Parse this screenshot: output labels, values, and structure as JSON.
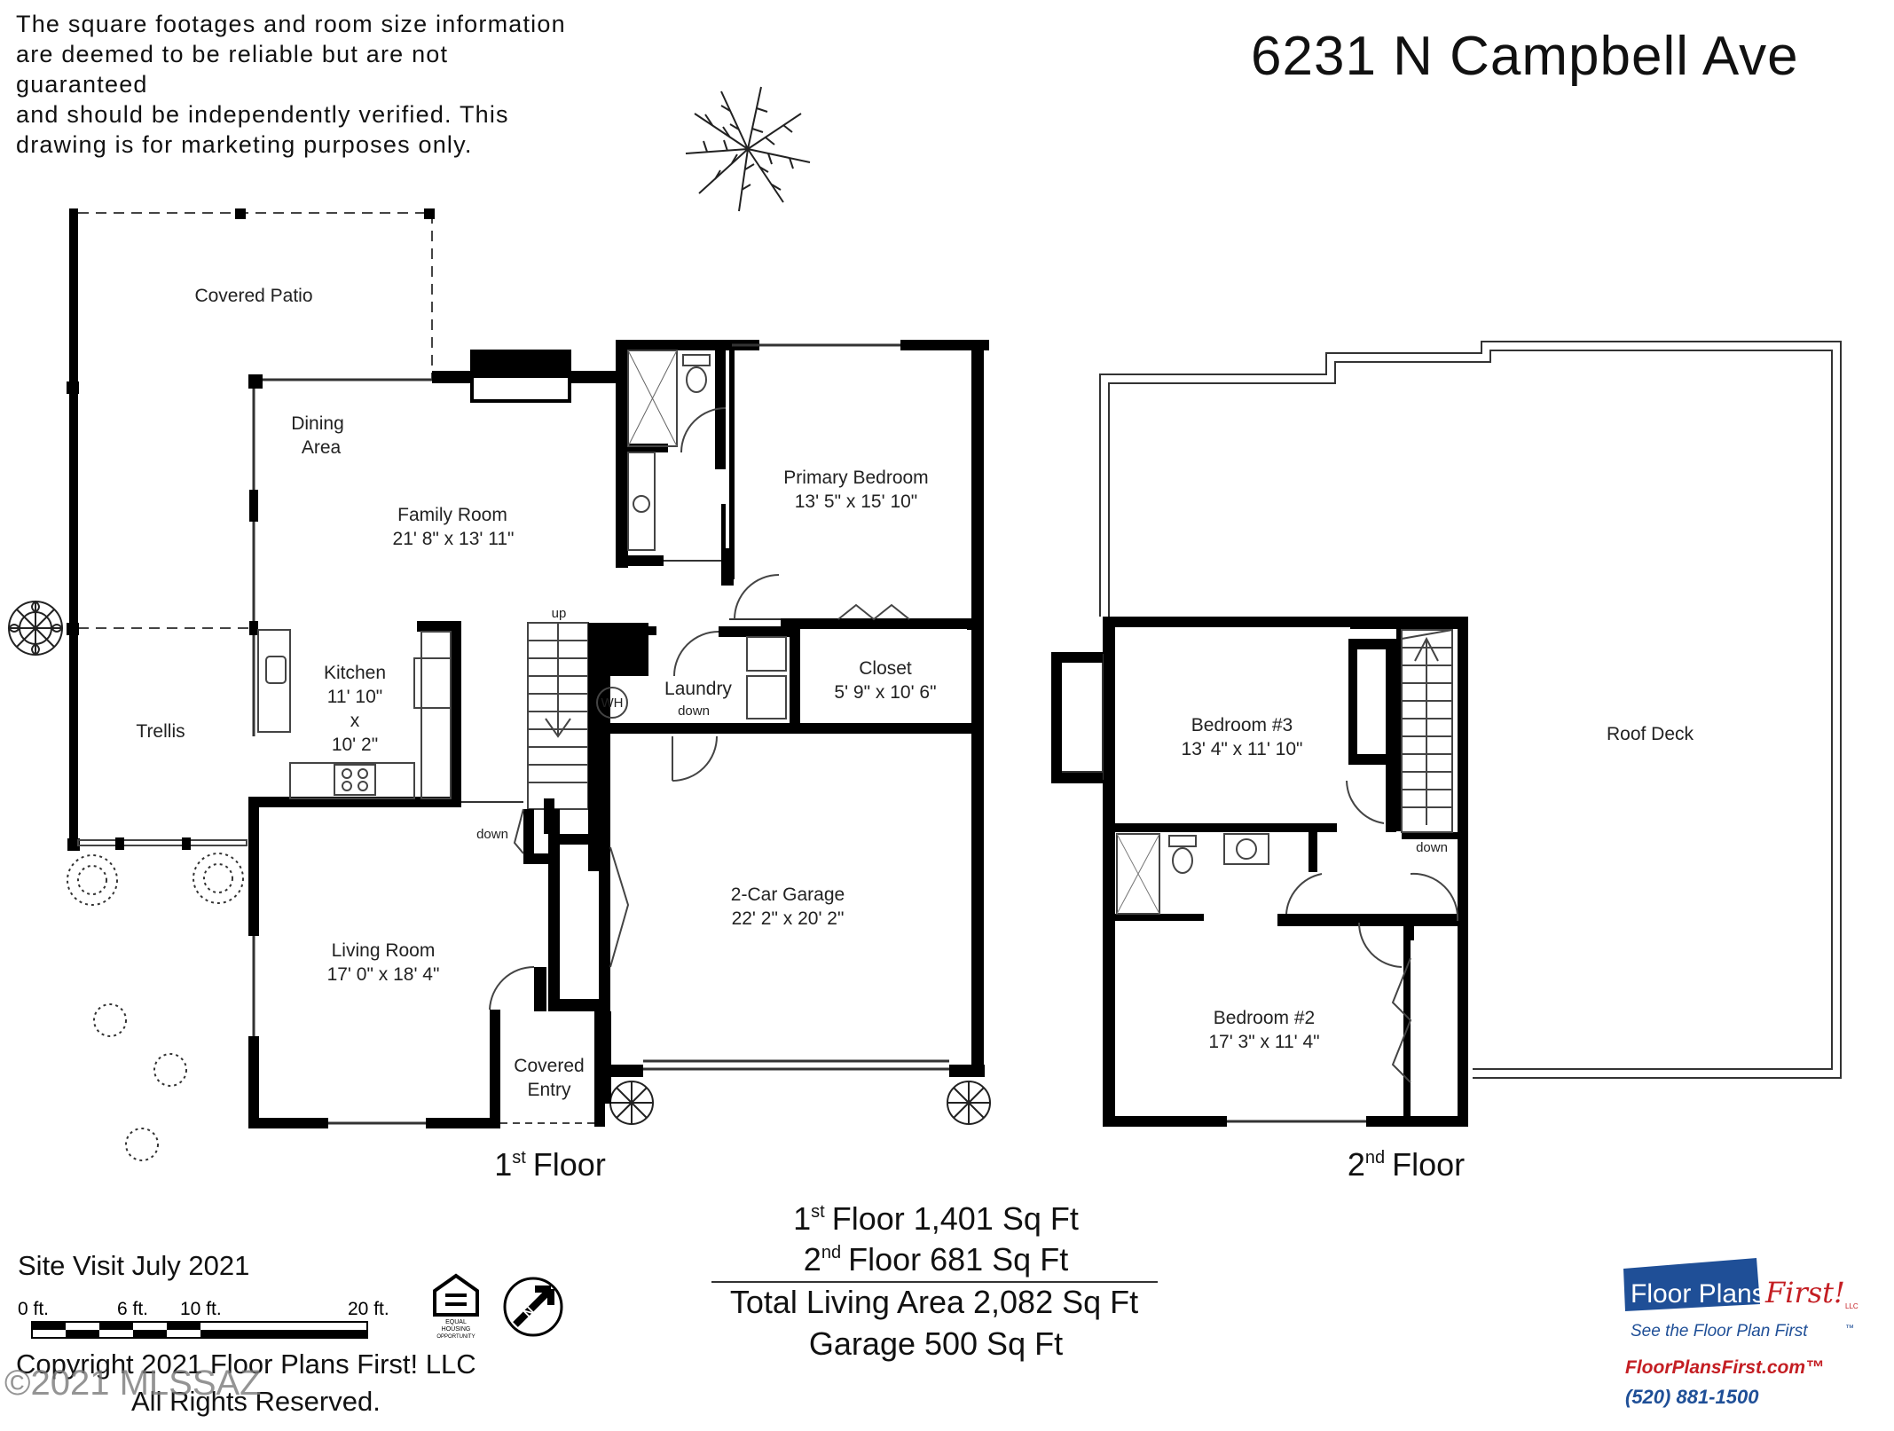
{
  "disclaimer": {
    "line1": "The square footages and room size information",
    "line2": "are deemed to be reliable but are not guaranteed",
    "line3": "and should be independently verified. This",
    "line4": "drawing is for marketing purposes only."
  },
  "address": "6231 N Campbell Ave",
  "rooms": {
    "covered_patio": "Covered Patio",
    "dining_1": "Dining",
    "dining_2": "Area",
    "family_room": "Family Room",
    "family_room_size": "21' 8\" x 13' 11\"",
    "primary_bedroom": "Primary Bedroom",
    "primary_bedroom_size": "13' 5\" x 15' 10\"",
    "kitchen": "Kitchen",
    "kitchen_size_1": "11' 10\"",
    "kitchen_size_x": "x",
    "kitchen_size_2": "10' 2\"",
    "trellis": "Trellis",
    "laundry": "Laundry",
    "closet": "Closet",
    "closet_size": "5' 9\" x 10' 6\"",
    "garage": "2-Car Garage",
    "garage_size": "22' 2\" x 20' 2\"",
    "living_room": "Living Room",
    "living_room_size": "17' 0\" x 18' 4\"",
    "covered_entry_1": "Covered",
    "covered_entry_2": "Entry",
    "bedroom3": "Bedroom #3",
    "bedroom3_size": "13' 4\" x 11' 10\"",
    "bedroom2": "Bedroom #2",
    "bedroom2_size": "17' 3\" x 11' 4\"",
    "roof_deck": "Roof Deck",
    "up": "up",
    "down": "down",
    "wh": "WH"
  },
  "floors": {
    "first": "1",
    "first_suffix": "st",
    "first_word": "Floor",
    "second": "2",
    "second_suffix": "nd",
    "second_word": "Floor"
  },
  "areas": {
    "first_a": "1",
    "first_sup": "st",
    "first_b": "Floor 1,401 Sq Ft",
    "second_a": "2",
    "second_sup": "nd",
    "second_b": "Floor 681 Sq Ft",
    "total": "Total Living Area 2,082 Sq Ft",
    "garage": "Garage 500 Sq Ft"
  },
  "site_visit": "Site Visit July 2021",
  "scale": {
    "t0": "0 ft.",
    "t1": "6 ft.",
    "t2": "10 ft.",
    "t3": "20 ft."
  },
  "equal_housing": {
    "line1": "EQUAL",
    "line2": "HOUSING",
    "line3": "OPPORTUNITY"
  },
  "north": "N",
  "copyright": {
    "line1": "Copyright 2021 Floor Plans First! LLC",
    "line2": "All Rights Reserved.",
    "watermark": "©2021 MLSSAZ"
  },
  "logo": {
    "brand_a": "Floor Plans",
    "brand_b": "First!",
    "llc": "LLC",
    "tagline": "See the Floor Plan First",
    "tm": "™",
    "website": "FloorPlansFirst.com™",
    "phone": "(520) 881-1500"
  },
  "colors": {
    "wall": "#000000",
    "logo_blue": "#1f4f97",
    "logo_red": "#c41e23"
  }
}
